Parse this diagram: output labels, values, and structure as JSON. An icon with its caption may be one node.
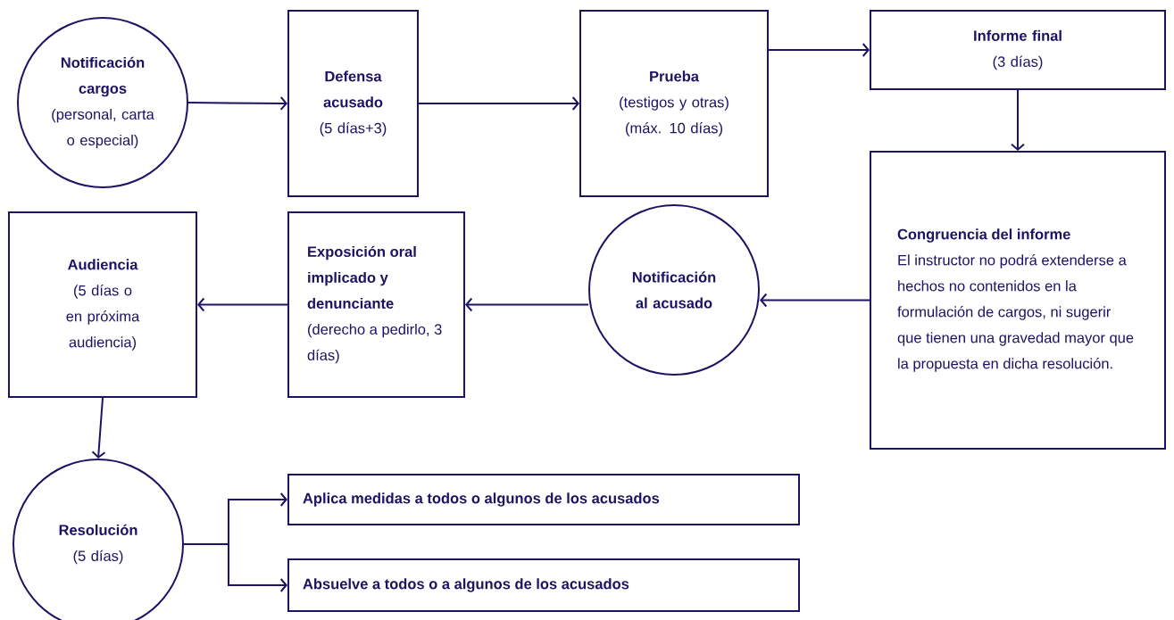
{
  "diagram": {
    "nodes": [
      {
        "text": [
          "Notificación cargos",
          "(personal, carta o especial)"
        ]
      },
      {
        "text": [
          "Defensa acusado",
          "(5 días+3)"
        ]
      },
      {
        "text": [
          "Prueba",
          "(testigos y otras) (máx. 10 días)"
        ]
      },
      {
        "text": [
          "Informe final",
          "(3 días)"
        ]
      },
      {
        "text": [
          "Congruencia del informe",
          "El instructor no podrá extenderse a hechos no contenidos en la formulación de cargos, ni sugerir que tienen una gravedad mayor que la propuesta en dicha resolución."
        ]
      },
      {
        "text": [
          "Notificación al acusado"
        ]
      },
      {
        "text": [
          "Exposición oral implicado y denunciante",
          "(derecho a pedirlo, 3 días)"
        ]
      },
      {
        "text": [
          "Audiencia",
          "(5 días o en próxima audiencia)"
        ]
      },
      {
        "text": [
          "Resolución",
          "(5 días)"
        ]
      },
      {
        "text": [
          "Aplica medidas a todos o algunos de los acusados"
        ]
      },
      {
        "text": [
          "Absuelve a todos o a algunos de los acusados"
        ]
      }
    ],
    "edges": [
      {
        "from": 0,
        "to": 1,
        "arrow": "to"
      },
      {
        "from": 1,
        "to": 2,
        "arrow": "to"
      },
      {
        "from": 2,
        "to": 3,
        "arrow": "to"
      },
      {
        "from": 3,
        "to": 4,
        "arrow": "to"
      },
      {
        "from": 4,
        "to": 5,
        "arrow": "to"
      },
      {
        "from": 5,
        "to": 6,
        "arrow": "to"
      },
      {
        "from": 6,
        "to": 7,
        "arrow": "to"
      },
      {
        "from": 7,
        "to": 8,
        "arrow": "to"
      },
      {
        "from": 8,
        "to": 9,
        "arrow": "to"
      },
      {
        "from": 8,
        "to": 10,
        "arrow": "to"
      }
    ]
  }
}
